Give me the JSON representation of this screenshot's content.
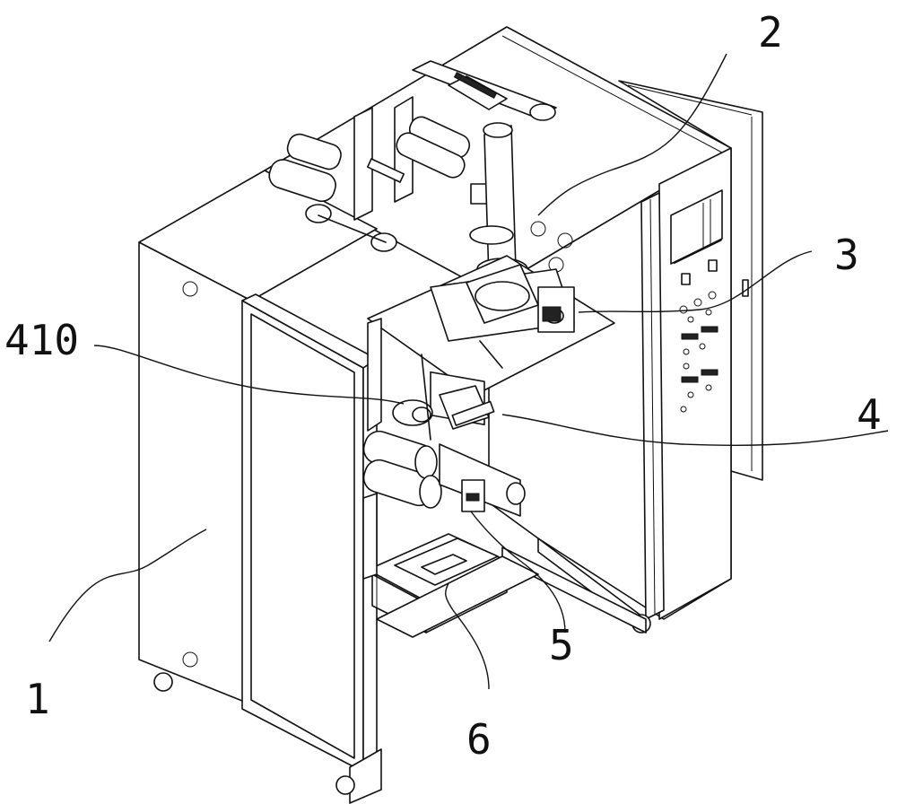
{
  "figure": {
    "callouts": [
      {
        "id": "frame",
        "text": "1"
      },
      {
        "id": "film-guide",
        "text": "2"
      },
      {
        "id": "upper-sealer",
        "text": "3"
      },
      {
        "id": "cutter-unit",
        "text": "4"
      },
      {
        "id": "cutter-roller",
        "text": "410"
      },
      {
        "id": "pull-unit",
        "text": "5"
      },
      {
        "id": "lower-sealer",
        "text": "6"
      }
    ]
  }
}
